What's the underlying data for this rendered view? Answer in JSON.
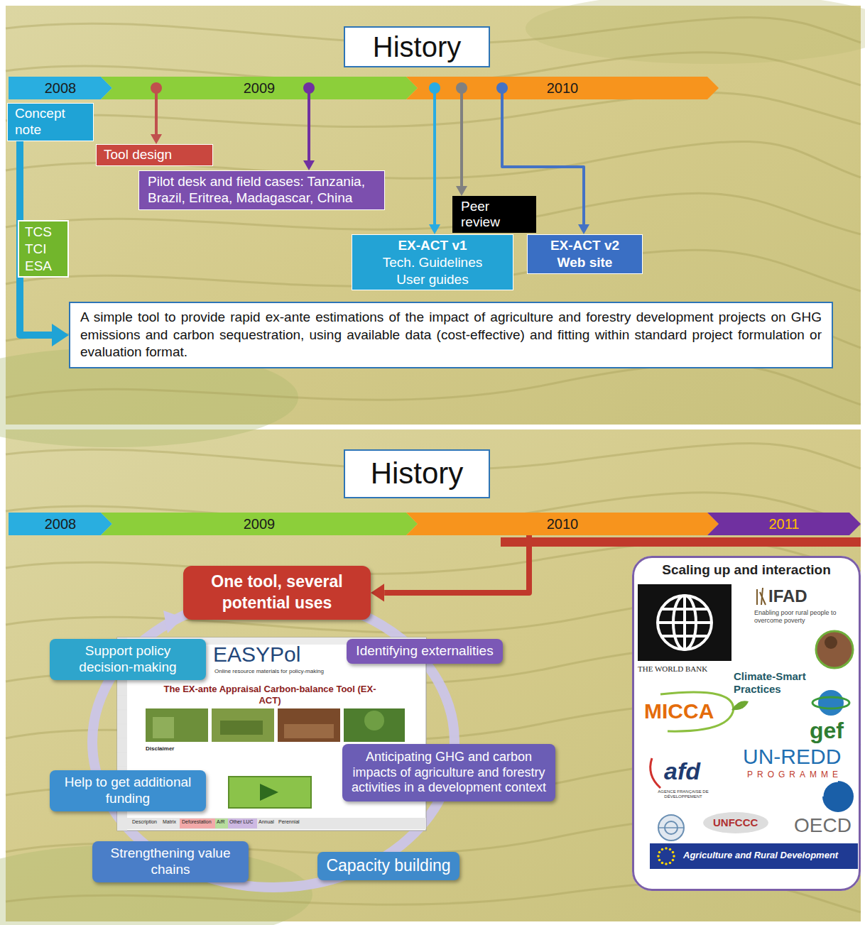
{
  "diagram": {
    "nodes": [
      {
        "text": [
          "History"
        ]
      },
      {
        "text": [
          "2008"
        ]
      },
      {
        "text": [
          "2009"
        ]
      },
      {
        "text": [
          "2010"
        ]
      },
      {
        "text": [
          "Concept note"
        ]
      },
      {
        "text": [
          "Tool design"
        ]
      },
      {
        "text": [
          "Pilot desk and field cases: Tanzania, Brazil, Eritrea, Madagascar, China"
        ]
      },
      {
        "text": [
          "Peer review"
        ]
      },
      {
        "text": [
          "EX-ACT v1",
          "Tech. Guidelines User guides"
        ]
      },
      {
        "text": [
          "EX-ACT v2 Web site"
        ]
      },
      {
        "text": [
          "TCS TCI ESA"
        ]
      },
      {
        "text": [
          "A simple tool to provide rapid ex-ante estimations of the impact of agriculture and forestry development projects on GHG emissions and carbon sequestration, using available data (cost-effective) and fitting within standard project formulation or evaluation format."
        ]
      },
      {
        "text": [
          "History"
        ]
      },
      {
        "text": [
          "2008"
        ]
      },
      {
        "text": [
          "2009"
        ]
      },
      {
        "text": [
          "2010"
        ]
      },
      {
        "text": [
          "2011"
        ]
      },
      {
        "text": [
          "One tool, several potential uses"
        ]
      },
      {
        "text": [
          "Support policy decision-making"
        ]
      },
      {
        "text": [
          "Identifying externalities"
        ]
      },
      {
        "text": [
          "Anticipating GHG and carbon impacts of agriculture and forestry activities in a development context"
        ]
      },
      {
        "text": [
          "Help to get additional funding"
        ]
      },
      {
        "text": [
          "Strengthening value chains"
        ]
      },
      {
        "text": [
          "Capacity building"
        ]
      },
      {
        "text": [
          "Scaling up and interaction"
        ]
      }
    ],
    "edges": [
      {
        "from": 2,
        "to": 5,
        "arrow": "to"
      },
      {
        "from": 2,
        "to": 6,
        "arrow": "to"
      },
      {
        "from": 3,
        "to": 8,
        "arrow": "to"
      },
      {
        "from": 3,
        "to": 7,
        "arrow": "to"
      },
      {
        "from": 3,
        "to": 9,
        "arrow": "to"
      },
      {
        "from": 4,
        "to": 11,
        "arrow": "to"
      },
      {
        "from": 15,
        "to": 17,
        "arrow": "to"
      }
    ],
    "labels": [
      "EASYPol",
      "Online resource materials for policy-making",
      "The EX-ante Appraisal Carbon-balance Tool (EX-ACT)",
      "Disclaimer",
      "Description",
      "Matrix",
      "Deforestation",
      "A/R",
      "Other LUC",
      "Annual",
      "Perennial",
      "THE WORLD BANK",
      "IFAD",
      "Enabling poor rural people to overcome poverty",
      "Climate-Smart Practices",
      "MICCA",
      "gef",
      "UN-REDD",
      "PROGRAMME",
      "afd",
      "AGENCE FRANÇAISE DE DÉVELOPPEMENT",
      "UNFCCC",
      "OECD",
      "Agriculture and Rural Development"
    ]
  }
}
